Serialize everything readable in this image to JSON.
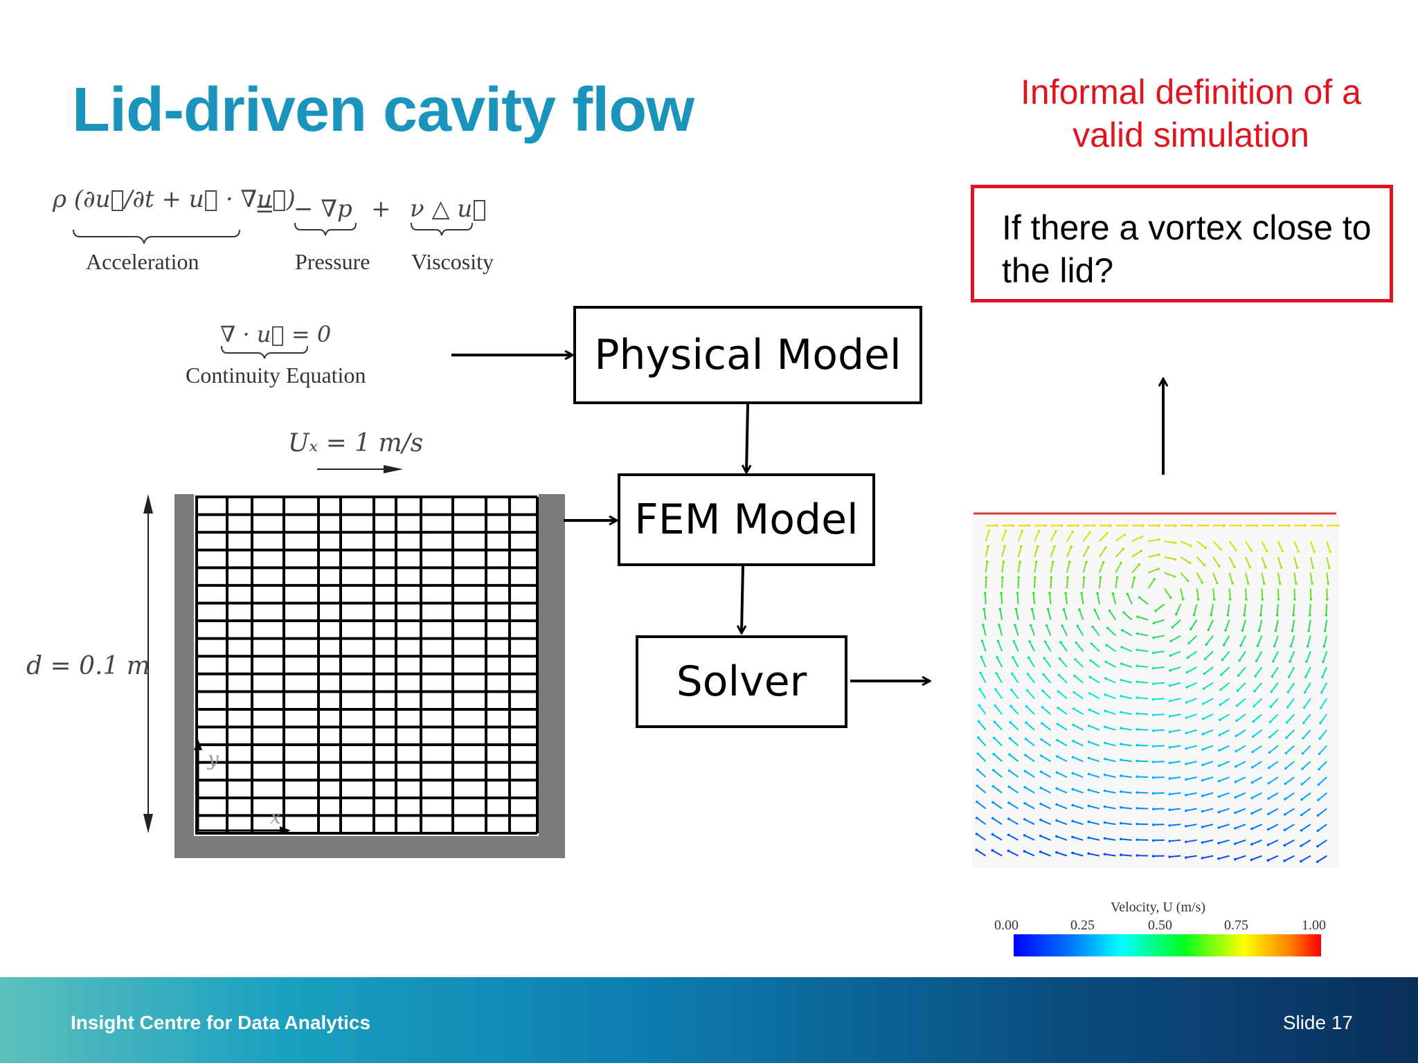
{
  "slide": {
    "title": "Lid-driven cavity flow",
    "informal_heading": "Informal definition of a valid simulation",
    "question": "If there a vortex close to the lid?",
    "footer_org": "Insight Centre for Data Analytics",
    "slide_number": "Slide 17"
  },
  "equations": {
    "momentum_lhs": "ρ (∂u⃗/∂t + u⃗ · ∇u⃗)",
    "equals": "=",
    "pressure_term": "− ∇p",
    "plus": "+",
    "viscosity_term": "ν △ u⃗",
    "acceleration_label": "Acceleration",
    "pressure_label": "Pressure",
    "viscosity_label": "Viscosity",
    "continuity": "∇ · u⃗ = 0",
    "continuity_label": "Continuity Equation"
  },
  "cavity": {
    "lid_velocity": "Uₓ = 1 m/s",
    "depth": "d = 0.1 m",
    "x_axis": "x",
    "y_axis": "y"
  },
  "flow_boxes": {
    "physical_model": "Physical Model",
    "fem_model": "FEM Model",
    "solver": "Solver"
  },
  "colorbar": {
    "title": "Velocity, U (m/s)",
    "ticks": [
      "0.00",
      "0.25",
      "0.50",
      "0.75",
      "1.00"
    ]
  },
  "colors": {
    "title": "#1a94bd",
    "highlight": "#e0141e"
  }
}
